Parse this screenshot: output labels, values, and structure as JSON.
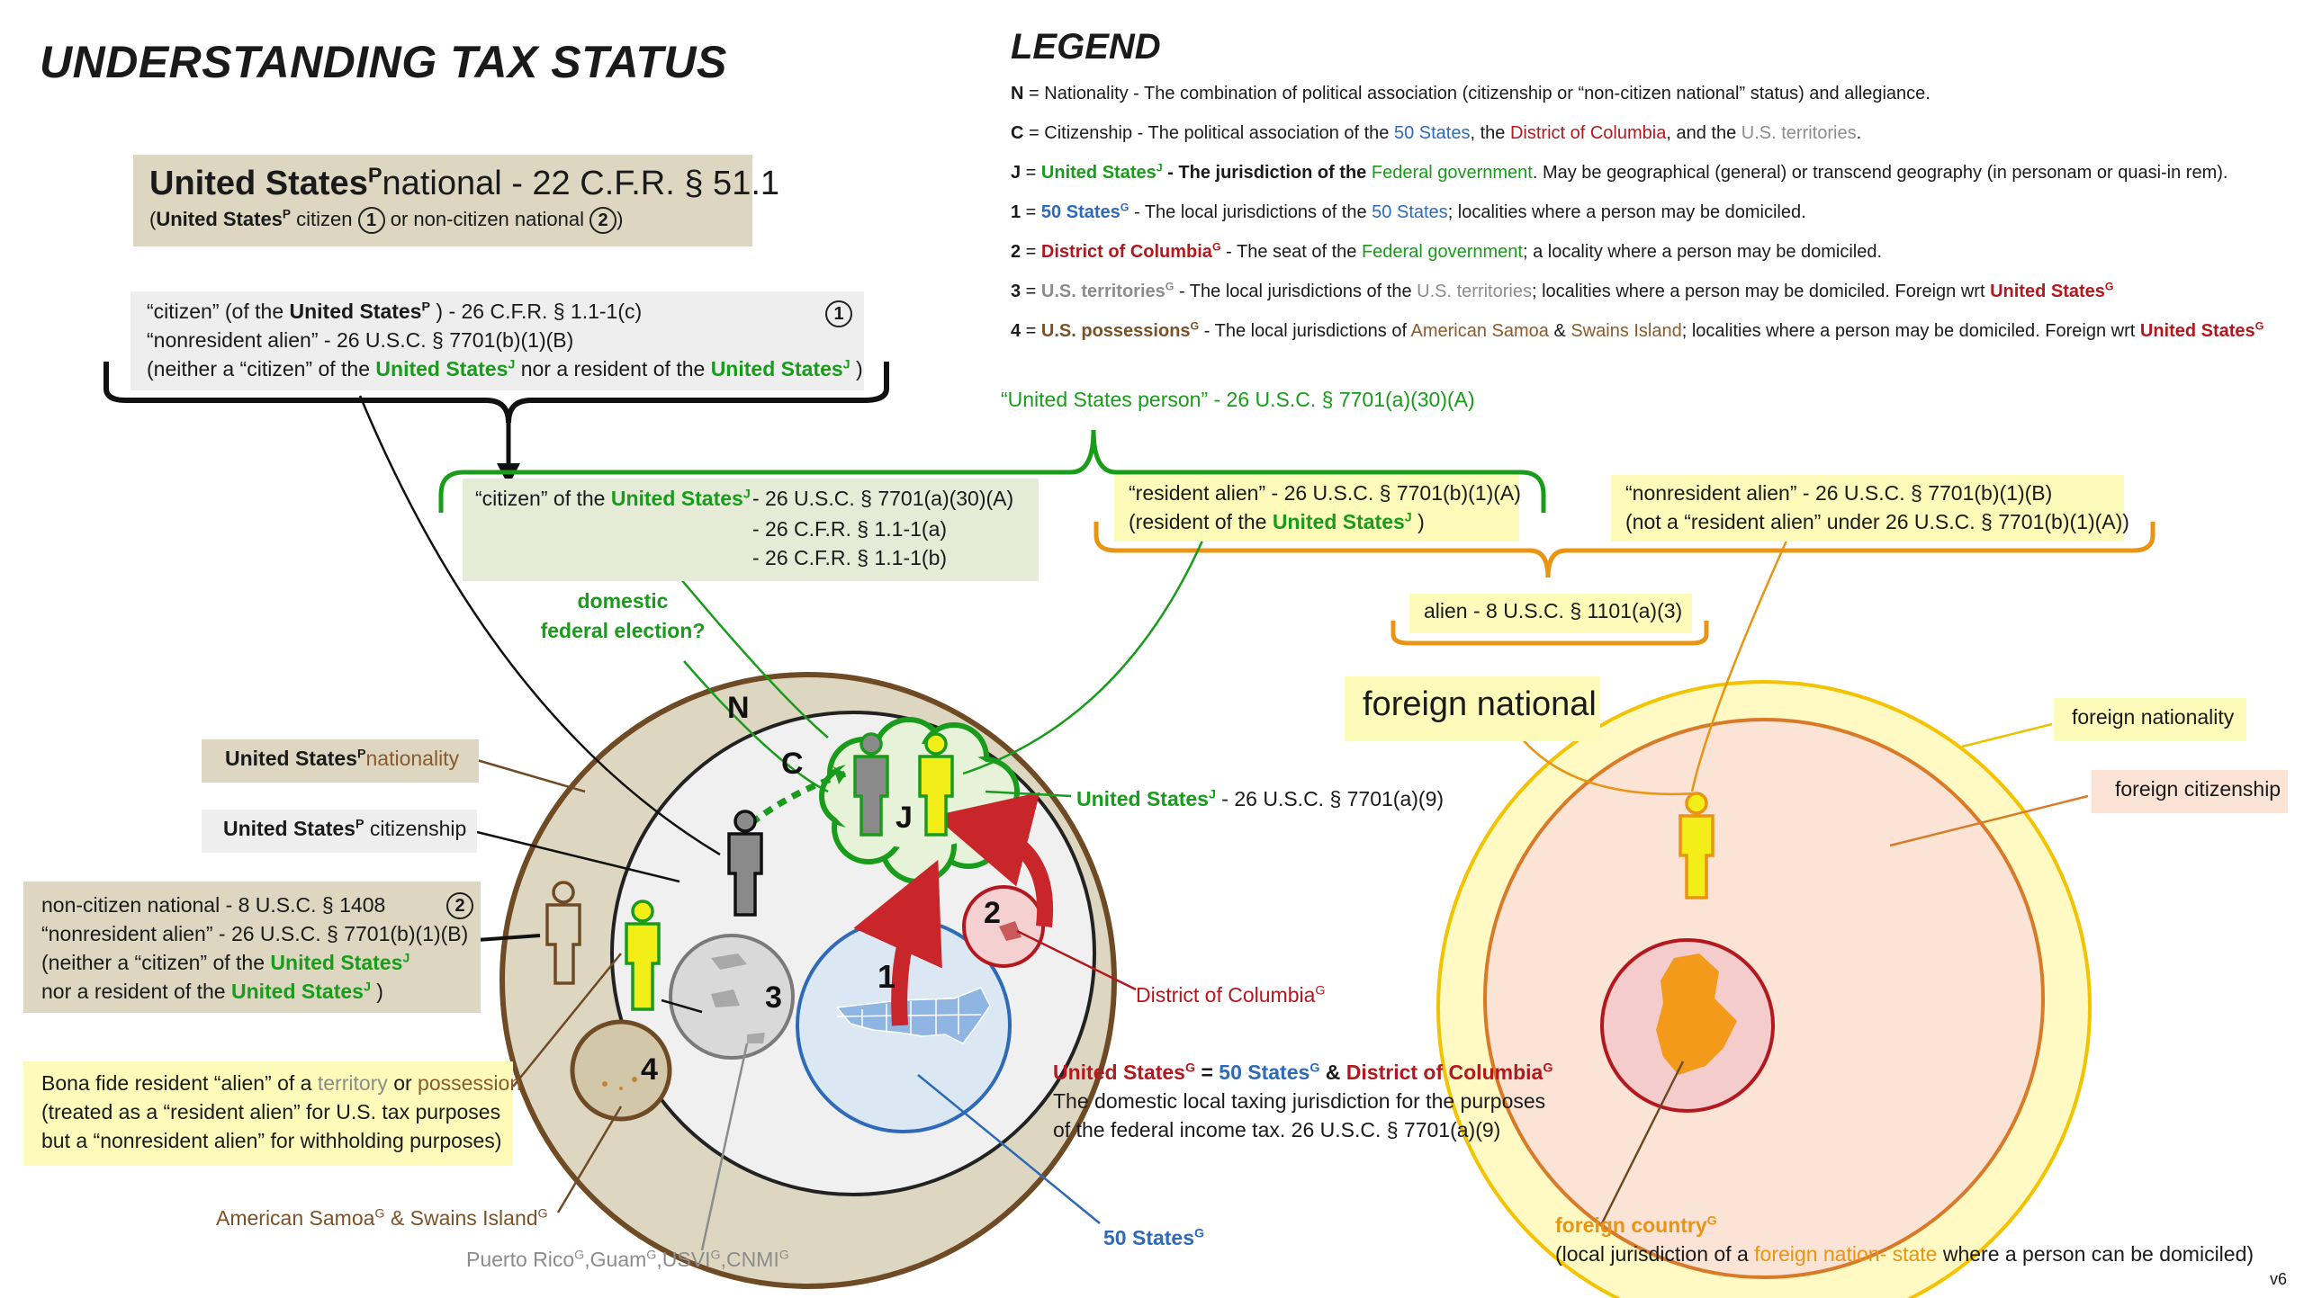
{
  "title": "UNDERSTANDING TAX STATUS",
  "version": "v6",
  "legend": {
    "heading": "LEGEND",
    "n": {
      "key": "N",
      "text": " = Nationality - The combination of political association (citizenship or “non-citizen national” status) and allegiance."
    },
    "c": {
      "key": "C",
      "pre": " = Citizenship - The political association of the ",
      "states": "50 States",
      "mid": ", the ",
      "dc": "District of Columbia",
      "mid2": ", and the ",
      "terr": "U.S. territories",
      "end": "."
    },
    "j": {
      "key": "J",
      "eq": " = ",
      "term": "United States",
      "sup": "J",
      "pre": " - The jurisdiction of the ",
      "fed": "Federal government",
      "end": ". May be geographical (general) or transcend geography (in personam or quasi-in rem)."
    },
    "one": {
      "key": "1",
      "eq": " = ",
      "term": "50 States",
      "sup": "G",
      "pre": " - The local jurisdictions of the ",
      "states": "50 States",
      "end": "; localities where a person may be domiciled."
    },
    "two": {
      "key": "2",
      "eq": " = ",
      "term": "District of Columbia",
      "sup": "G",
      "pre": " - The seat of the ",
      "fed": "Federal government",
      "end": "; a locality where a person may be domiciled."
    },
    "three": {
      "key": "3",
      "eq": " = ",
      "term": "U.S. territories",
      "sup": "G",
      "pre": " - The local jurisdictions of the ",
      "terr": "U.S. territories",
      "end": "; localities where a person may be domiciled.  Foreign wrt ",
      "us": "United States",
      "us_sup": "G"
    },
    "four": {
      "key": "4",
      "eq": " = ",
      "term": "U.S. possessions",
      "sup": "G",
      "pre": " - The local jurisdictions of ",
      "as": "American Samoa",
      "amp": " & ",
      "si": "Swains Island",
      "end": "; localities where a person may be domiciled.  Foreign wrt ",
      "us": "United States",
      "us_sup": "G"
    }
  },
  "us_national_box": {
    "us": "United States",
    "sup": "P",
    "rest": "national - 22 C.F.R. § 51.1",
    "sub_open": "(",
    "sub_us": "United States",
    "sub_sup": "P",
    "sub_citizen": " citizen ",
    "n1": "1",
    "sub_or": " or non-citizen national ",
    "n2": "2",
    "sub_close": ")"
  },
  "citizen_box": {
    "line1_pre": "“citizen” (of the ",
    "line1_us": "United States",
    "line1_sup": "P",
    "line1_end": " ) - 26 C.F.R. § 1.1-1(c)",
    "line2": "“nonresident alien” - 26 U.S.C. § 7701(b)(1)(B)",
    "line3_pre": "(neither a “citizen” of the ",
    "line3_us": "United States",
    "line3_sup": "J",
    "line3_mid": "  nor a resident of the ",
    "line3_us2": "United States",
    "line3_sup2": "J",
    "line3_end": " )",
    "num": "1"
  },
  "us_person": "“United States person” - 26 U.S.C. § 7701(a)(30)(A)",
  "citizen_j_box": {
    "pre": "“citizen” of the ",
    "us": "United States",
    "sup": "J",
    "refs": [
      "- 26 U.S.C. § 7701(a)(30)(A)",
      "- 26 C.F.R. § 1.1-1(a)",
      "- 26 C.F.R. § 1.1-1(b)"
    ]
  },
  "resident_alien_box": {
    "line1": "“resident alien” - 26 U.S.C. § 7701(b)(1)(A)",
    "line2_pre": "(resident of the ",
    "us": "United States",
    "sup": "J",
    "line2_end": " )"
  },
  "nonresident_alien_box": {
    "line1": "“nonresident alien” - 26 U.S.C. § 7701(b)(1)(B)",
    "line2": "(not a “resident alien” under 26 U.S.C. § 7701(b)(1)(A))"
  },
  "alien_box": "alien - 8 U.S.C. § 1101(a)(3)",
  "foreign_national": "foreign national",
  "domestic_election": [
    "domestic",
    "federal election?"
  ],
  "us_nationality_box": {
    "us": "United States",
    "sup": "P",
    "rest": "nationality"
  },
  "us_citizenship_box": {
    "us": "United States",
    "sup": "P",
    "rest": " citizenship"
  },
  "noncitizen_box": {
    "line1": "non-citizen national - 8 U.S.C. § 1408",
    "line2": "“nonresident alien” - 26 U.S.C. § 7701(b)(1)(B)",
    "line3_pre": "(neither a “citizen” of the ",
    "line3_us": "United States",
    "line3_sup": "J",
    "line4_pre": "nor a resident of the ",
    "line4_us": "United States",
    "line4_sup": "J",
    "line4_end": " )",
    "num": "2"
  },
  "bona_fide_box": {
    "line1_pre": "Bona fide resident “alien” of a ",
    "terr": "territory",
    "or": " or ",
    "poss": "possession",
    "line2": "(treated as a “resident alien” for U.S. tax purposes",
    "line3": "but a “nonresident alien” for withholding purposes)"
  },
  "diagram_letters": {
    "n": "N",
    "c": "C",
    "j": "J",
    "one": "1",
    "two": "2",
    "three": "3",
    "four": "4"
  },
  "us_j_label": {
    "us": "United States",
    "sup": "J",
    "rest": " - 26 U.S.C. § 7701(a)(9)"
  },
  "dc_label": {
    "text": "District of Columbia",
    "sup": "G"
  },
  "us_g_def": {
    "us": "United States",
    "sup": "G",
    "eq": " = ",
    "states": "50 States",
    "sup2": "G",
    "amp": " & ",
    "dc": "District of Columbia",
    "sup3": "G",
    "line2": "The domestic local taxing jurisdiction for the purposes",
    "line3": "of the federal income tax. 26 U.S.C. § 7701(a)(9)"
  },
  "states_label": {
    "text": "50 States",
    "sup": "G"
  },
  "american_samoa_label": {
    "as": "American Samoa",
    "sup": "G",
    "mid": " & Swains Island",
    "sup2": "G"
  },
  "territories_label": {
    "pr": "Puerto Rico",
    "guam": "Guam",
    "usvi": "USVI",
    "cnmi": "CNMI",
    "sup": "G",
    "sep": ","
  },
  "foreign_nationality": "foreign nationality",
  "foreign_citizenship": "foreign citizenship",
  "foreign_country": {
    "term": "foreign country",
    "sup": "G",
    "line2_pre": "(local jurisdiction of a ",
    "fns": "foreign nation- state",
    "line2_end": " where a person can be domiciled)"
  },
  "colors": {
    "green": "#199b1b",
    "red": "#b3181e",
    "blue": "#2f6ab6",
    "gray": "#8c8c8c",
    "brown": "#7b5127",
    "orange": "#e99413",
    "tan": "#ddd6c0",
    "yellow": "#fdfbb9"
  }
}
